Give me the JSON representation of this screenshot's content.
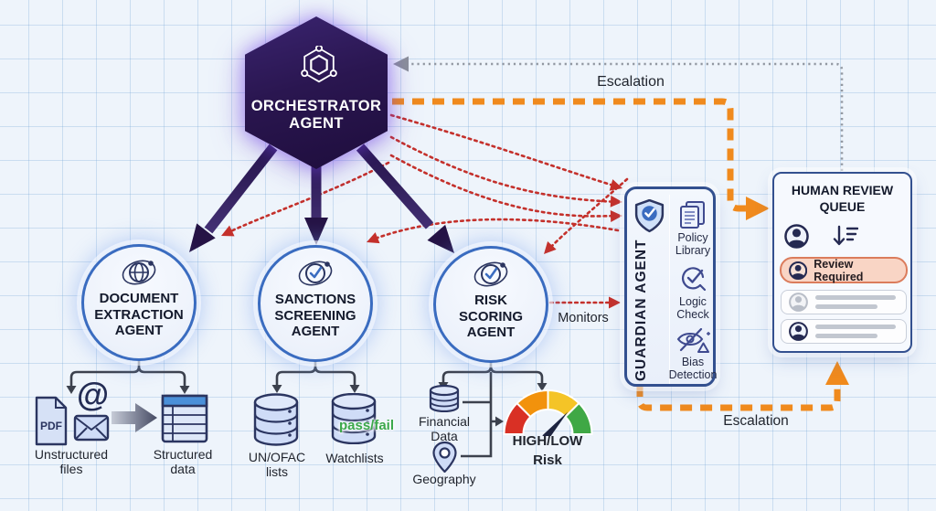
{
  "orchestrator": {
    "line1": "ORCHESTRATOR",
    "line2": "AGENT"
  },
  "agents": {
    "document": {
      "line1": "DOCUMENT",
      "line2": "EXTRACTION",
      "line3": "AGENT"
    },
    "sanctions": {
      "line1": "SANCTIONS",
      "line2": "SCREENING",
      "line3": "AGENT"
    },
    "risk": {
      "line1": "RISK",
      "line2": "SCORING",
      "line3": "AGENT"
    }
  },
  "guardian": {
    "title": "GUARDIAN AGENT",
    "policy_line1": "Policy",
    "policy_line2": "Library",
    "logic_line1": "Logic",
    "logic_line2": "Check",
    "bias_line1": "Bias",
    "bias_line2": "Detection"
  },
  "human_review": {
    "title_line1": "HUMAN REVIEW",
    "title_line2": "QUEUE",
    "review_required": "Review Required"
  },
  "flow_labels": {
    "escalation_top": "Escalation",
    "escalation_bottom": "Escalation",
    "monitors": "Monitors",
    "pass_fail": "pass/fail"
  },
  "data_sources": {
    "pdf": "PDF",
    "unstructured_line1": "Unstructured",
    "unstructured_line2": "files",
    "structured_line1": "Structured",
    "structured_line2": "data",
    "unofac_line1": "UN/OFAC",
    "unofac_line2": "lists",
    "watchlists": "Watchlists",
    "financial_line1": "Financial",
    "financial_line2": "Data",
    "geography": "Geography",
    "highlow": "HIGH/LOW",
    "risk": "Risk"
  },
  "colors": {
    "escalation_orange": "#f08a1d",
    "monitor_red": "#c4302b",
    "feedback_gray": "#9298a2",
    "agent_purple": "#2a1650",
    "circle_border_blue": "#3a6cc0",
    "pass_fail_green": "#3ca84b",
    "review_badge_bg": "#f9d5c5",
    "review_badge_border": "#db7c5c"
  }
}
